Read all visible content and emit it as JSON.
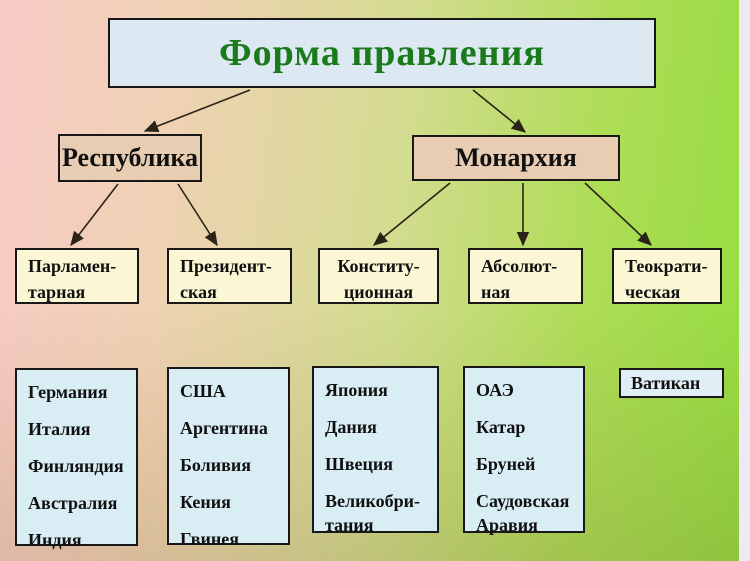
{
  "root": {
    "label": "Форма правления"
  },
  "branches": [
    {
      "label": "Республика"
    },
    {
      "label": "Монархия"
    }
  ],
  "subtypes": [
    {
      "label": "Парламен-\nтарная",
      "parent": "Республика"
    },
    {
      "label": "Президент-\nская",
      "parent": "Республика"
    },
    {
      "label": "Конститу-\nционная",
      "parent": "Монархия"
    },
    {
      "label": "Абсолют-\nная",
      "parent": "Монархия"
    },
    {
      "label": "Теократи-\nческая",
      "parent": "Монархия"
    }
  ],
  "country_lists": [
    {
      "countries": [
        "Германия",
        "Италия",
        "Финляндия",
        "Австралия",
        "Индия"
      ]
    },
    {
      "countries": [
        "США",
        "Аргентина",
        "Боливия",
        "Кения",
        "Гвинея"
      ]
    },
    {
      "countries": [
        "Япония",
        "Дания",
        "Швеция",
        "Великобри-\nтания"
      ]
    },
    {
      "countries": [
        "ОАЭ",
        "Катар",
        "Бруней",
        "Саудовская\nАравия"
      ]
    }
  ],
  "vatican": {
    "label": "Ватикан"
  },
  "colors": {
    "title_text": "#1b7a1b",
    "title_box_fill": "#dde9f2",
    "branch_box_fill": "#e9cdb3",
    "subtype_box_fill": "#fbf7d5",
    "list_box_fill": "#d9edf5",
    "box_border": "#181818",
    "arrow": "#2a2418",
    "background_left": "#f8cac6",
    "background_right": "#93dd3f",
    "right_strip": "#eceaf2"
  }
}
